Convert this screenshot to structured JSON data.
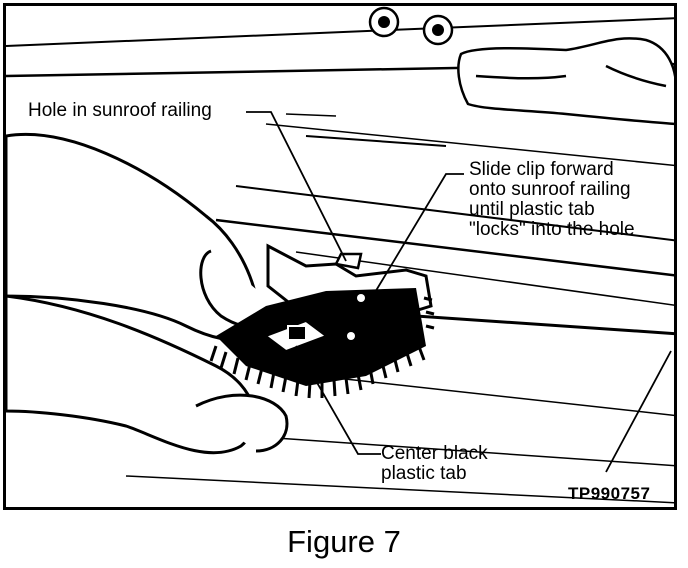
{
  "figure": {
    "caption": "Figure 7",
    "reference_code": "TP990757"
  },
  "callouts": {
    "hole": "Hole in sunroof railing",
    "slide": [
      "Slide clip forward",
      "onto sunroof railing",
      "until plastic tab",
      "\"locks\" into the hole"
    ],
    "center_tab": [
      "Center black",
      "plastic tab"
    ]
  },
  "icons": {
    "hand": "hand-illustration",
    "clip": "clip-illustration",
    "bolt": "bolt-illustration",
    "glove": "glove-illustration"
  },
  "colors": {
    "ink": "#000000",
    "paper": "#ffffff",
    "shade": "#d9d9d9"
  }
}
